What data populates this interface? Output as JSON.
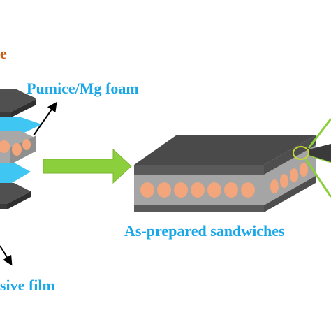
{
  "labels": {
    "partial_top": "e",
    "pumice_mg_foam": "Pumice/Mg foam",
    "as_prepared": "As-prepared sandwiches",
    "partial_bottom": "sive film"
  },
  "colors": {
    "label_blue": "#1aa7e8",
    "partial_orange": "#c65a10",
    "green_arrow": "#8ccf3c",
    "plate_dark": "#555555",
    "plate_top": "#4a4a4a",
    "core_gray": "#a5a5a5",
    "pore_orange": "#f3a57b",
    "film_blue": "#3fc6f2"
  },
  "icons": [
    "right-arrow-icon",
    "pointer-arrow-icon",
    "magnifier-circle-icon"
  ]
}
